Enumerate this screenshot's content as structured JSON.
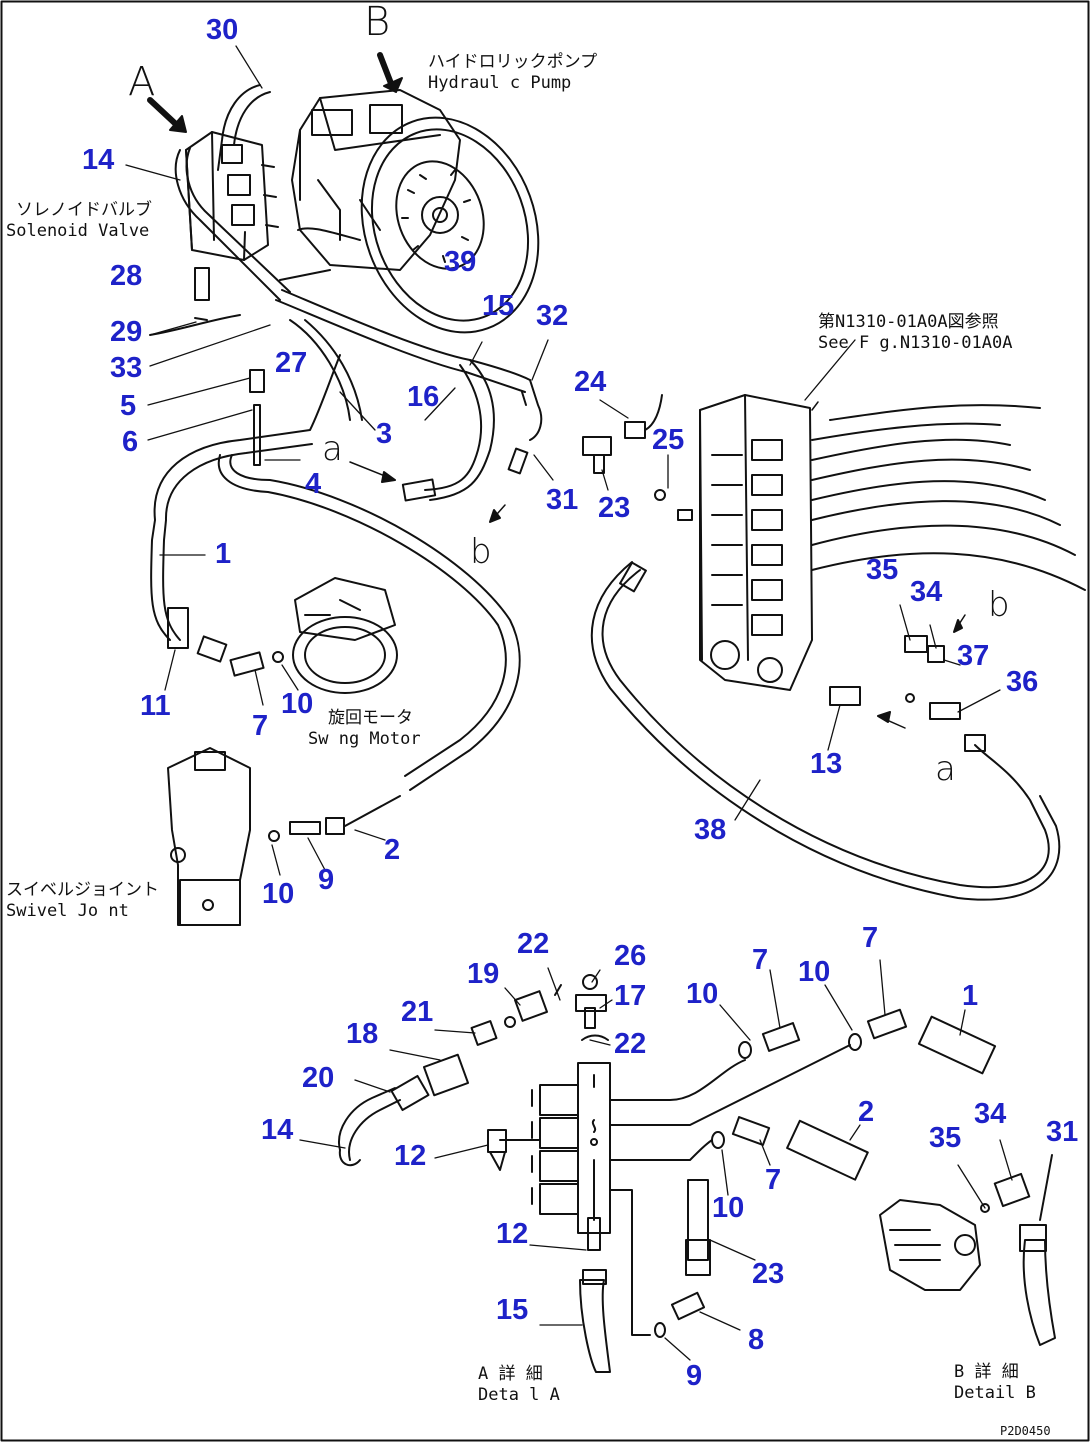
{
  "labels": {
    "hydraulic_pump_jp": "ハイドロリックポンプ",
    "hydraulic_pump_en": "Hydraul c Pump",
    "solenoid_valve_jp": "ソレノイドバルブ",
    "solenoid_valve_en": "Solenoid Valve",
    "see_fig_jp": "第N1310-01A0A図参照",
    "see_fig_en": "See F g.N1310-01A0A",
    "swing_motor_jp": "旋回モータ",
    "swing_motor_en": "Sw ng Motor",
    "swivel_joint_jp": "スイベルジョイント",
    "swivel_joint_en": "Swivel Jo nt",
    "detail_a_jp": "A 詳 細",
    "detail_a_en": "Deta l A",
    "detail_b_jp": "B 詳 細",
    "detail_b_en": "Detail B",
    "drawing_code": "P2D0450"
  },
  "view_letters": {
    "view_a": "A",
    "view_b": "B",
    "conn_a_upper": "a",
    "conn_b_upper": "b",
    "conn_a_lower": "a",
    "conn_b_lower": "b"
  },
  "part_numbers": {
    "p30": "30",
    "p14": "14",
    "p28": "28",
    "p29": "29",
    "p33": "33",
    "p27": "27",
    "p5": "5",
    "p6": "6",
    "p39": "39",
    "p15": "15",
    "p32": "32",
    "p16": "16",
    "p3": "3",
    "p4": "4",
    "p24": "24",
    "p25": "25",
    "p31": "31",
    "p23": "23",
    "p1": "1",
    "p11": "11",
    "p7": "7",
    "p10": "10",
    "p2": "2",
    "p9": "9",
    "p10b": "10",
    "p35": "35",
    "p34": "34",
    "p37": "37",
    "p36": "36",
    "p13": "13",
    "p38": "38",
    "d_22a": "22",
    "d_26": "26",
    "d_19": "19",
    "d_17": "17",
    "d_21": "21",
    "d_18": "18",
    "d_22b": "22",
    "d_20": "20",
    "d_14": "14",
    "d_12a": "12",
    "d_12b": "12",
    "d_15": "15",
    "d_10a": "10",
    "d_7a": "7",
    "d_10b": "10",
    "d_7b": "7",
    "d_1": "1",
    "d_2": "2",
    "d_7c": "7",
    "d_10c": "10",
    "d_23": "23",
    "d_8": "8",
    "d_9": "9",
    "d_35": "35",
    "d_34": "34",
    "d_31": "31"
  }
}
